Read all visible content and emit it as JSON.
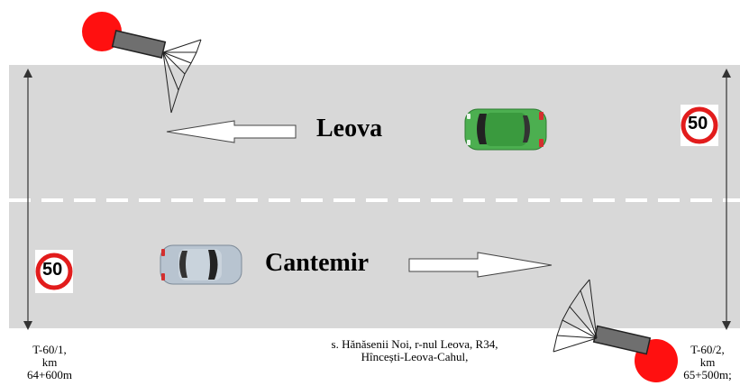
{
  "road": {
    "upper_direction": "Leova",
    "lower_direction": "Cantemir"
  },
  "speed_signs": {
    "right_limit": "50",
    "left_limit": "50"
  },
  "markers": {
    "start": {
      "line1": "T-60/1,",
      "line2": "km",
      "line3": "64+600m"
    },
    "end": {
      "line1": "T-60/2,",
      "line2": "km",
      "line3": "65+500m;"
    }
  },
  "location": {
    "line1": "s. Hănăsenii Noi, r-nul Leova, R34,",
    "line2": "Hîncești-Leova-Cahul,"
  },
  "colors": {
    "road": "#d8d8d8",
    "camera_red": "#ff1010",
    "car_green": "#4caf50",
    "car_gray": "#b8c4d0",
    "sign_red": "#e21c1c"
  }
}
